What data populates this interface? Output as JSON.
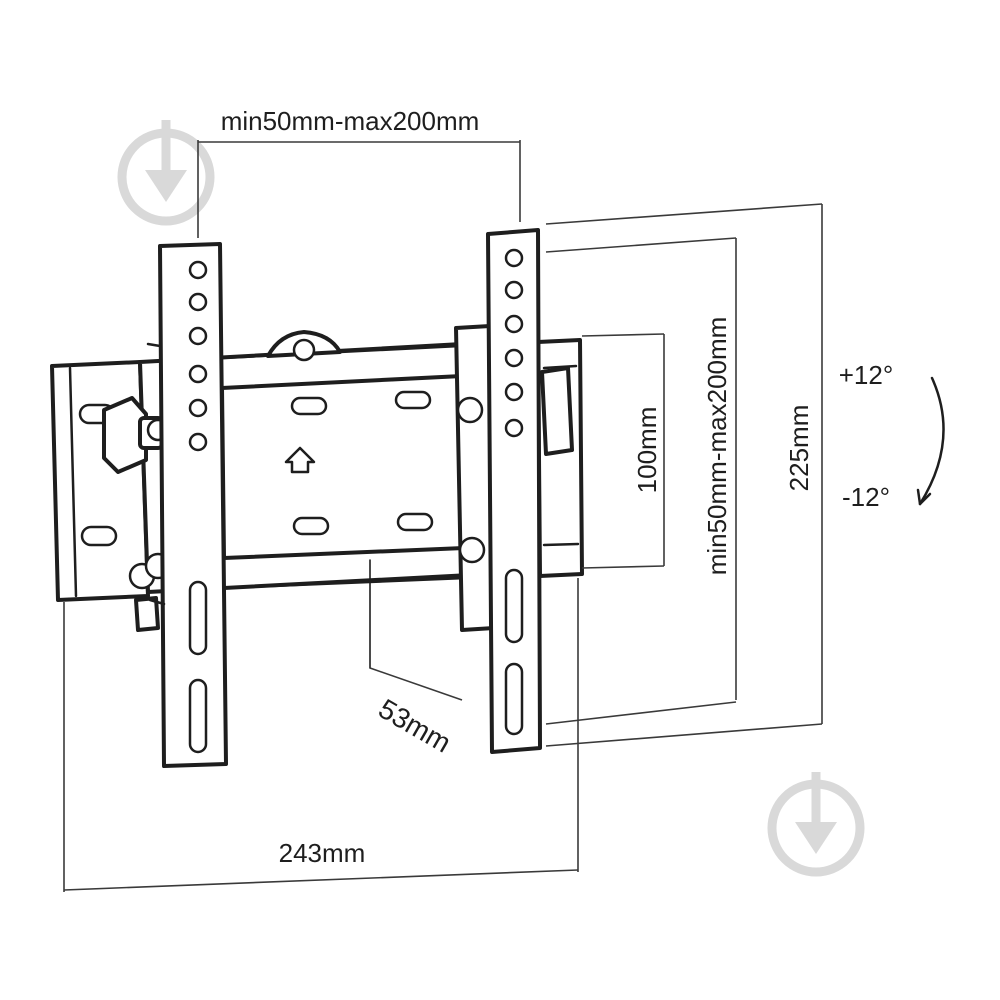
{
  "dimensions": {
    "top_width": "min50mm-max200mm",
    "right_height": "min50mm-max200mm",
    "inner_height": "100mm",
    "total_height": "225mm",
    "depth": "53mm",
    "total_width": "243mm"
  },
  "tilt": {
    "up": "+12°",
    "down": "-12°"
  },
  "colors": {
    "line": "#1e1e1e",
    "watermark": "#d9d9d9"
  },
  "icons": {
    "watermark": "download-arrow-circle-icon",
    "arrow": "up-arrow-icon"
  }
}
